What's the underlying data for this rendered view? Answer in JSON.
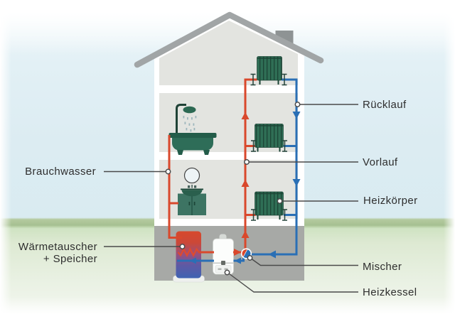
{
  "diagram": {
    "type": "heating-system-cutaway-house",
    "left_labels": {
      "brauchwasser": "Brauchwasser",
      "waermetauscher": "Wärmetauscher",
      "speicher": "+ Speicher"
    },
    "right_labels": {
      "ruecklauf": "Rücklauf",
      "vorlauf": "Vorlauf",
      "heizkoerper": "Heizkörper",
      "mischer": "Mischer",
      "heizkessel": "Heizkessel"
    },
    "components": [
      "roof",
      "chimney",
      "attic-radiator",
      "middle-radiator",
      "lower-radiator",
      "shower",
      "bathtub",
      "mirror",
      "washbasin-cabinet",
      "storage-tank-heat-exchanger",
      "boiler",
      "mixer-valve",
      "supply-pipe",
      "return-pipe",
      "domestic-hot-water-pipe"
    ],
    "colors": {
      "supply_red": "#d9482c",
      "return_blue": "#2a6fb5",
      "radiator_green": "#2e6d52",
      "fixture_green": "#2e6d58",
      "grass": "#a6c091",
      "sky": "#dcecf2",
      "roof_gray": "#a1a5a6",
      "interior_gray": "#e3e4e0",
      "basement_gray": "#a7a9a6",
      "label_text": "#2e2e2e"
    }
  }
}
